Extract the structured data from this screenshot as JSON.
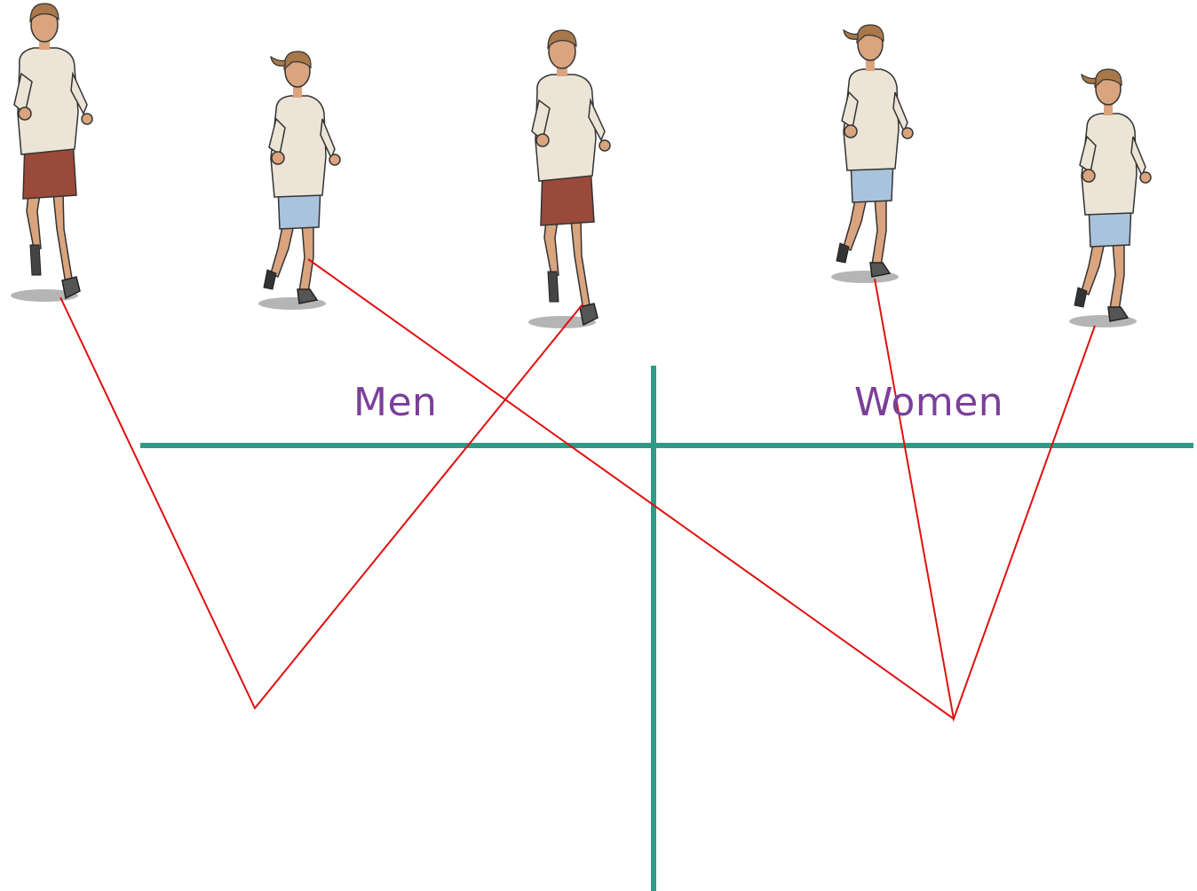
{
  "headings": {
    "left": "Men",
    "right": "Women"
  },
  "colors": {
    "heading": "#7b3f9a",
    "divider": "#2f9a86",
    "connector": "#e01010",
    "shirt": "#ece4d6",
    "shorts_man": "#9a4a3a",
    "shorts_woman": "#a9c3dd",
    "skin": "#d9a47e",
    "hair": "#a8784a"
  },
  "runners": [
    {
      "id": "runner-1",
      "figure": "man"
    },
    {
      "id": "runner-2",
      "figure": "woman"
    },
    {
      "id": "runner-3",
      "figure": "man"
    },
    {
      "id": "runner-4",
      "figure": "woman"
    },
    {
      "id": "runner-5",
      "figure": "woman"
    }
  ],
  "connections": [
    {
      "runner": "runner-1",
      "group": "left"
    },
    {
      "runner": "runner-3",
      "group": "left"
    },
    {
      "runner": "runner-2",
      "group": "right"
    },
    {
      "runner": "runner-4",
      "group": "right"
    },
    {
      "runner": "runner-5",
      "group": "right"
    }
  ]
}
